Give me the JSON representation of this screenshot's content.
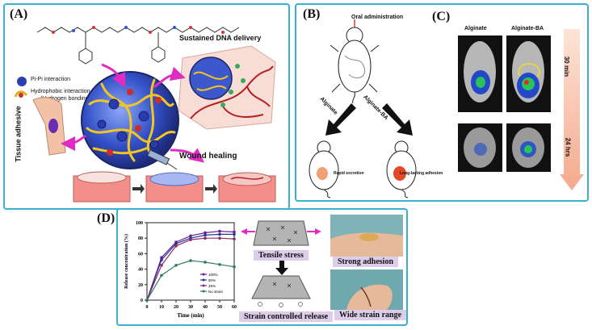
{
  "panels": {
    "a": {
      "label": "(A)",
      "pi_pi": "Pi-Pi interaction",
      "hydrophobic": "Hydrophobic interaction",
      "hydrogen": "(Hydrogen bonding)",
      "sustained": "Sustained DNA delivery",
      "tissue": "Tissue adhesive",
      "wound": "Wound healing",
      "colors": {
        "network": "#2c3fb2",
        "crosslink": "#f0c21c",
        "arrow": "#e02cc2",
        "tissue": "#f3a9a0"
      }
    },
    "b": {
      "label": "(B)",
      "oral": "Oral administration",
      "alginate": "Alginate",
      "alginate_ba": "Alginate-BA",
      "rapid": "Rapid excretion",
      "long": "Long-lasting adhesion"
    },
    "c": {
      "label": "(C)",
      "col1": "Alginate",
      "col2": "Alginate-BA",
      "t1": "30 min",
      "t2": "24 hrs"
    },
    "d": {
      "label": "(D)",
      "tensile": "Tensile stress",
      "strain_release": "Strain controlled release",
      "strong": "Strong adhesion",
      "wide": "Wide strain range"
    }
  },
  "chart_data": {
    "type": "line",
    "title": "",
    "xlabel": "Time (min)",
    "ylabel": "Release concentration (%)",
    "xlim": [
      0,
      60
    ],
    "ylim": [
      0,
      100
    ],
    "xticks": [
      0,
      10,
      20,
      30,
      40,
      50,
      60
    ],
    "yticks": [
      0,
      20,
      40,
      60,
      80,
      100
    ],
    "grid": false,
    "legend_position": "bottom-right",
    "x": [
      0,
      10,
      20,
      30,
      40,
      50,
      60
    ],
    "series": [
      {
        "name": "100%",
        "color": "#6a1b9a",
        "values": [
          0,
          55,
          75,
          83,
          87,
          89,
          88
        ]
      },
      {
        "name": "50%",
        "color": "#283593",
        "values": [
          0,
          52,
          73,
          80,
          84,
          85,
          85
        ]
      },
      {
        "name": "25%",
        "color": "#8e2a68",
        "values": [
          0,
          45,
          70,
          78,
          80,
          80,
          79
        ]
      },
      {
        "name": "No strain",
        "color": "#2e7d5b",
        "values": [
          0,
          32,
          45,
          51,
          49,
          46,
          43
        ]
      }
    ]
  }
}
